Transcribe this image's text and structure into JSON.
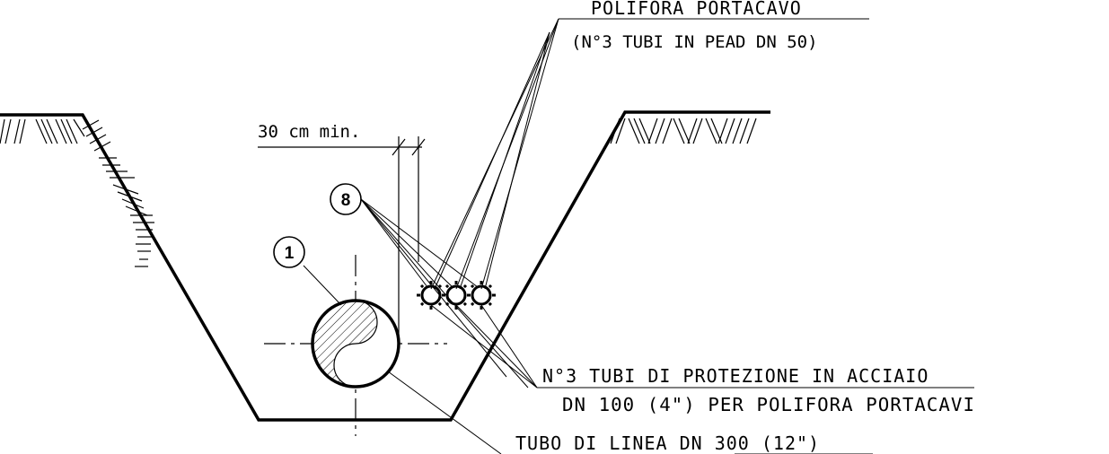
{
  "labels": {
    "polifora_title": "POLIFORA PORTACAVO",
    "polifora_sub": "(N°3 TUBI IN PEAD DN 50)",
    "min_distance": "30 cm min.",
    "steel_pipes_line1": "N°3 TUBI DI PROTEZIONE IN ACCIAIO",
    "steel_pipes_line2": "DN 100 (4\") PER POLIFORA PORTACAVI",
    "line_pipe": "TUBO DI LINEA DN 300 (12\")"
  },
  "callouts": {
    "pipeline_ref": "1",
    "cable_duct_ref": "8"
  },
  "colors": {
    "stroke": "#000000",
    "background": "#ffffff"
  }
}
